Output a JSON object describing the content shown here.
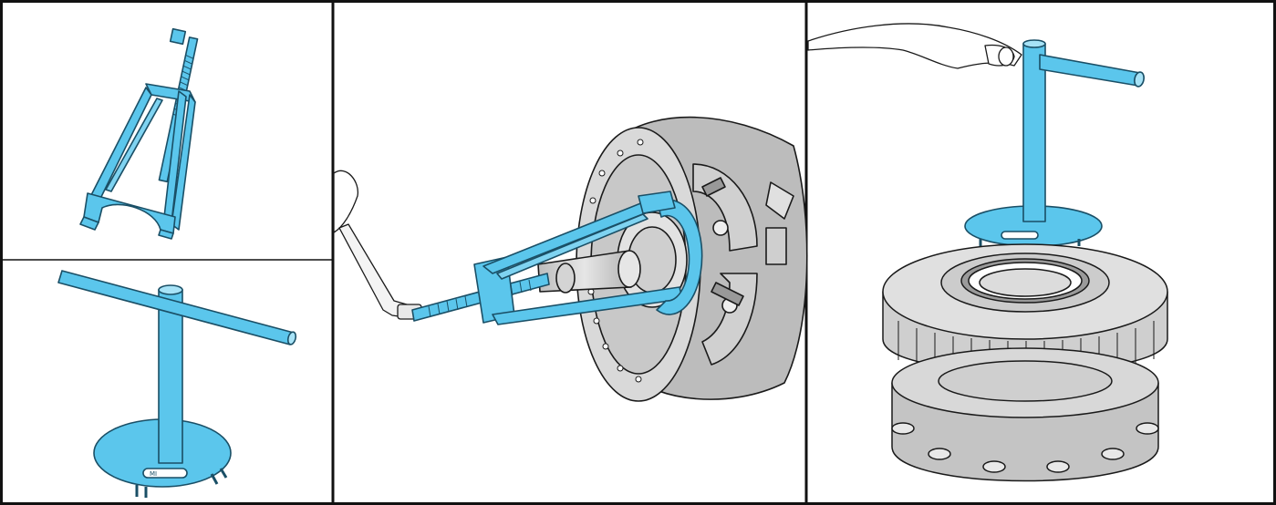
{
  "figure": {
    "panels": [
      {
        "id": "puller-tool",
        "content": "three-leg-puller-icon"
      },
      {
        "id": "t-handle-tool",
        "content": "t-handle-tool-icon"
      },
      {
        "id": "puller-on-hub",
        "content": "puller-on-brake-hub-icon"
      },
      {
        "id": "seal-installation",
        "content": "seal-driver-on-rotor-icon"
      }
    ],
    "engraving_text": "MI",
    "colors": {
      "tool": "#5bc6ec",
      "tool_stroke": "#1a4f66",
      "metal": "#d7d7d7",
      "metal_dark": "#a9a9a9",
      "outline": "#1a1a1a",
      "border": "#111111"
    }
  }
}
